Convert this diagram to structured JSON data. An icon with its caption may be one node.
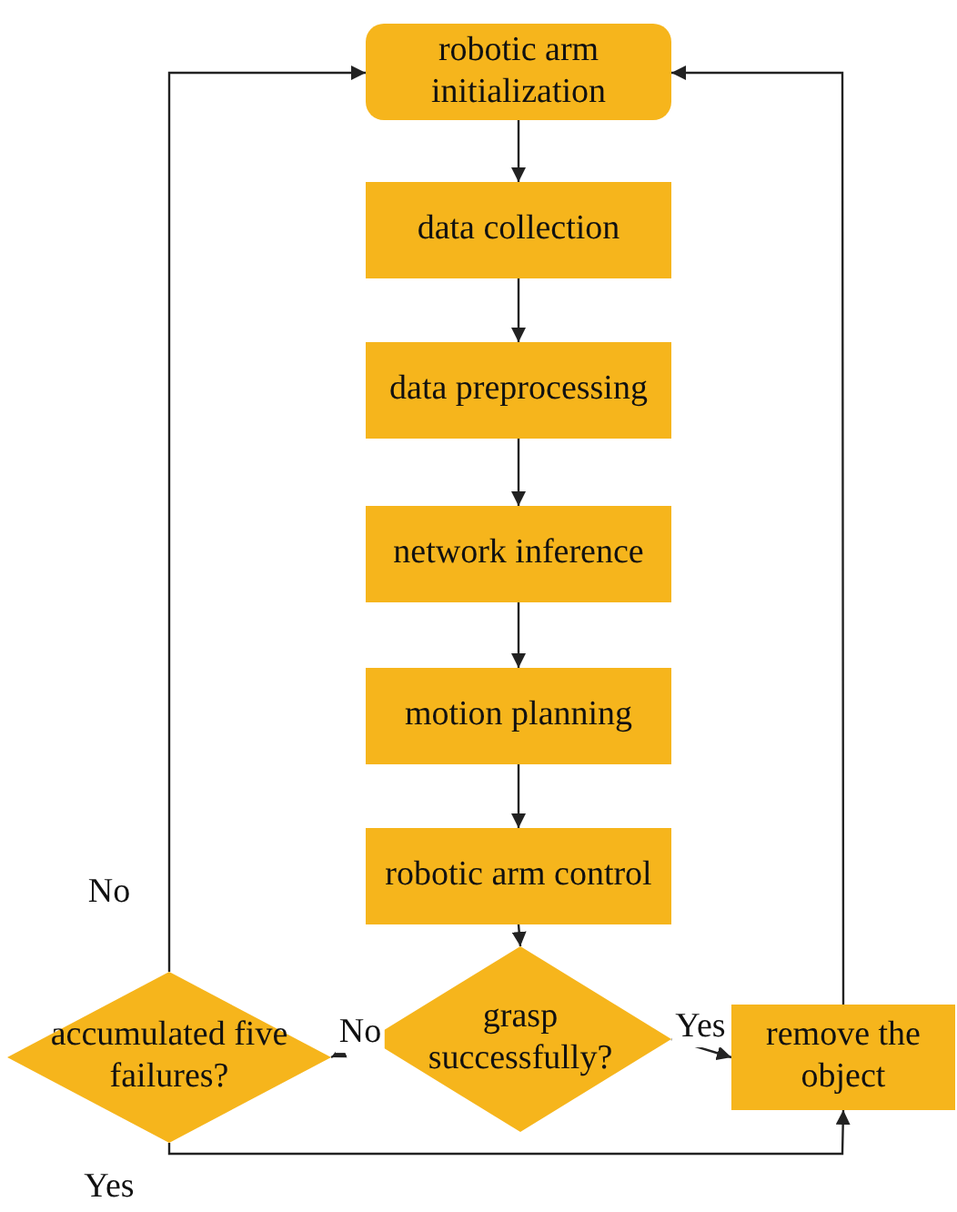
{
  "diagram": {
    "nodes": [
      {
        "text": [
          "robotic arm initialization"
        ]
      },
      {
        "text": [
          "data collection"
        ]
      },
      {
        "text": [
          "data preprocessing"
        ]
      },
      {
        "text": [
          "network inference"
        ]
      },
      {
        "text": [
          "motion planning"
        ]
      },
      {
        "text": [
          "robotic arm control"
        ]
      },
      {
        "text": [
          "grasp successfully?"
        ]
      },
      {
        "text": [
          "accumulated five failures?"
        ]
      },
      {
        "text": [
          "remove the object"
        ]
      }
    ],
    "edges": [
      {
        "from": 0,
        "to": 1,
        "arrow": "to"
      },
      {
        "from": 1,
        "to": 2,
        "arrow": "to"
      },
      {
        "from": 2,
        "to": 3,
        "arrow": "to"
      },
      {
        "from": 3,
        "to": 4,
        "arrow": "to"
      },
      {
        "from": 4,
        "to": 5,
        "arrow": "to"
      },
      {
        "from": 5,
        "to": 6,
        "arrow": "to"
      },
      {
        "from": 6,
        "to": 7,
        "arrow": "to",
        "label": "No"
      },
      {
        "from": 6,
        "to": 8,
        "arrow": "to",
        "label": "Yes"
      },
      {
        "from": 7,
        "to": 0,
        "arrow": "to",
        "label": "No"
      },
      {
        "from": 7,
        "to": 8,
        "arrow": "to",
        "label": "Yes"
      },
      {
        "from": 8,
        "to": 0,
        "arrow": "to"
      }
    ]
  }
}
